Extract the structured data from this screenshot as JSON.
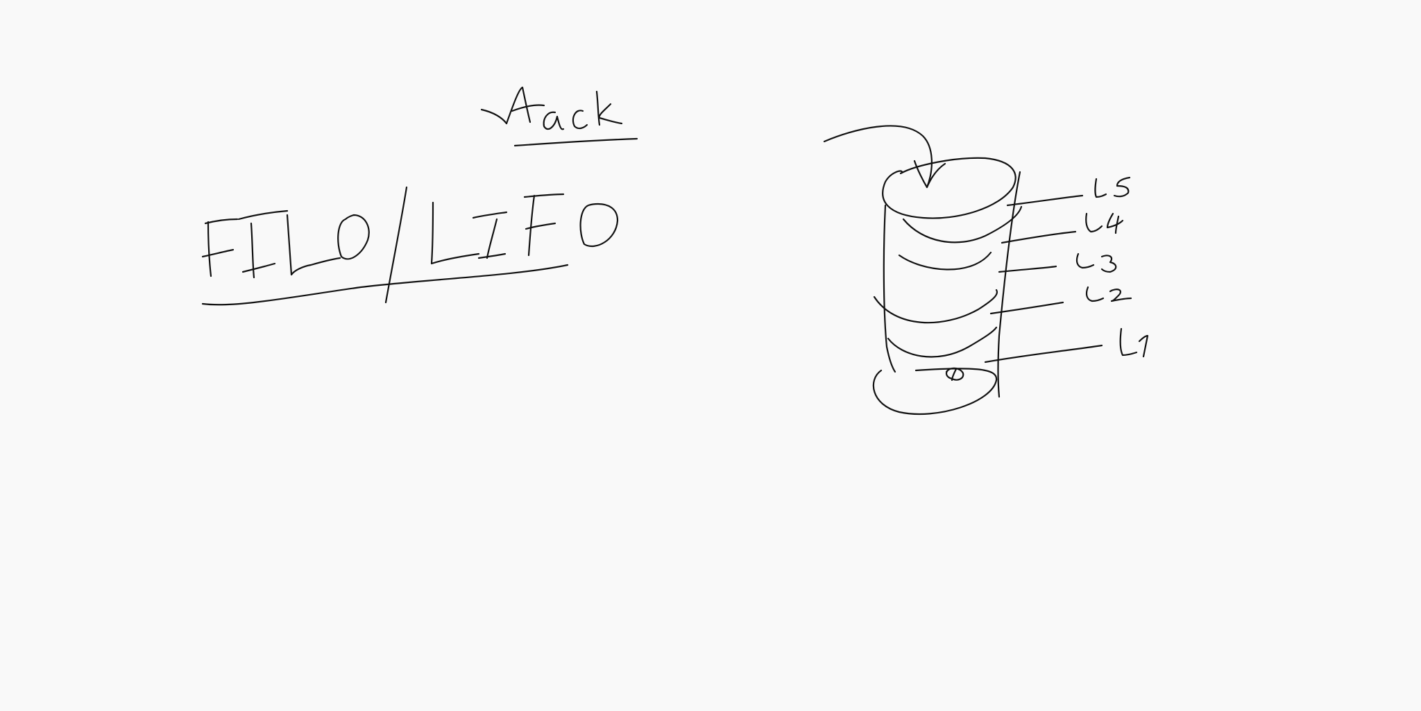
{
  "canvas": {
    "background": "#f9f9f9",
    "ink_color": "#111111"
  },
  "heading": "Stack",
  "subheading": "FILO/LIFO",
  "diagram": {
    "layers": [
      "L5",
      "L4",
      "L3",
      "L2",
      "L1"
    ]
  }
}
